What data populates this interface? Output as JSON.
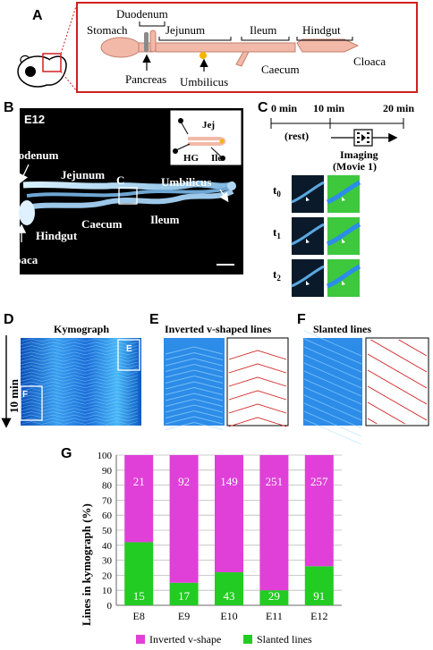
{
  "panels": {
    "a": "A",
    "b": "B",
    "c": "C",
    "d": "D",
    "e": "E",
    "f": "F",
    "g": "G"
  },
  "panel_a": {
    "stomach": "Stomach",
    "duodenum": "Duodenum",
    "jejunum": "Jejunum",
    "ileum": "Ileum",
    "hindgut": "Hindgut",
    "cloaca": "Cloaca",
    "pancreas": "Pancreas",
    "umbilicus": "Umbilicus",
    "caecum": "Caecum"
  },
  "panel_b": {
    "stage": "E12",
    "duodenum": "Duodenum",
    "jejunum": "Jejunum",
    "box": "C",
    "umbilicus": "Umbilicus",
    "caecum": "Caecum",
    "ileum": "Ileum",
    "hindgut": "Hindgut",
    "cloaca": "Cloaca",
    "inset_jej": "Jej",
    "inset_ile": "Ile",
    "inset_hg": "HG"
  },
  "panel_c": {
    "t0": "0 min",
    "t10": "10 min",
    "t20": "20 min",
    "rest": "(rest)",
    "imaging": "Imaging",
    "movie": "(Movie 1)",
    "tp": [
      {
        "t": "t",
        "sub": "0"
      },
      {
        "t": "t",
        "sub": "1"
      },
      {
        "t": "t",
        "sub": "2"
      }
    ]
  },
  "panel_d": {
    "title": "Kymograph",
    "time": "10 min",
    "box_e": "E",
    "box_f": "F"
  },
  "panel_e": {
    "title": "Inverted v-shaped lines"
  },
  "panel_f": {
    "title": "Slanted lines"
  },
  "colors": {
    "frame_red": "#d02020",
    "gut_fill": "#f2b8a8",
    "kymo": "#1a78d8",
    "magenta": "#e040d8",
    "green": "#22cc22"
  },
  "chart_data": {
    "type": "bar",
    "categories": [
      "E8",
      "E9",
      "E10",
      "E11",
      "E12"
    ],
    "series": [
      {
        "name": "Slanted lines",
        "percent": [
          42,
          15,
          22,
          10,
          26
        ],
        "counts": [
          "15",
          "17",
          "43",
          "29",
          "91"
        ]
      },
      {
        "name": "Inverted v-shape",
        "percent": [
          58,
          85,
          78,
          90,
          74
        ],
        "counts": [
          "21",
          "92",
          "149",
          "251",
          "257"
        ]
      }
    ],
    "ylabel": "Lines in kymograph (%)",
    "ylim": [
      0,
      100
    ],
    "yticks": [
      "0",
      "10",
      "20",
      "30",
      "40",
      "50",
      "60",
      "70",
      "80",
      "90",
      "100"
    ],
    "legend": [
      "Inverted v-shape",
      "Slanted lines"
    ],
    "grid": true
  }
}
